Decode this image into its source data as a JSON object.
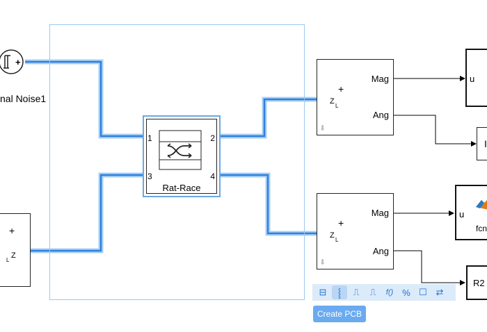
{
  "blocks": {
    "noise_label": "nal Noise1",
    "ratrace": {
      "name": "Rat-Race",
      "ports": [
        "1",
        "2",
        "3",
        "4"
      ]
    },
    "load_zl_symbol": "Z",
    "load_zl_sub": "L",
    "load_left_symbol": "Z",
    "load_left_sub": "L",
    "port_mag": "Mag",
    "port_ang": "Ang",
    "port_u": "u",
    "fcn_label": "fcn",
    "r2_label": "R2",
    "scope_partial": "I",
    "plus_sign": "+"
  },
  "toolbar": {
    "icons": [
      "battery-icon",
      "auto-route-icon",
      "pulse-icon",
      "step-icon",
      "function-icon",
      "percent-icon",
      "square-icon",
      "swap-icon"
    ],
    "glyphs": [
      "⊟",
      "⸾",
      "⎍",
      "⎍",
      "f()",
      "%",
      "☐",
      "⇄"
    ]
  },
  "create_pcb_label": "Create PCB",
  "colors": {
    "signal_selected": "#2f7fe0",
    "signal_glow": "#a9d0f5",
    "selection_border": "#9cc8ee",
    "toolbar_bg": "#dcebfa",
    "button_bg": "#6aaaf0"
  }
}
